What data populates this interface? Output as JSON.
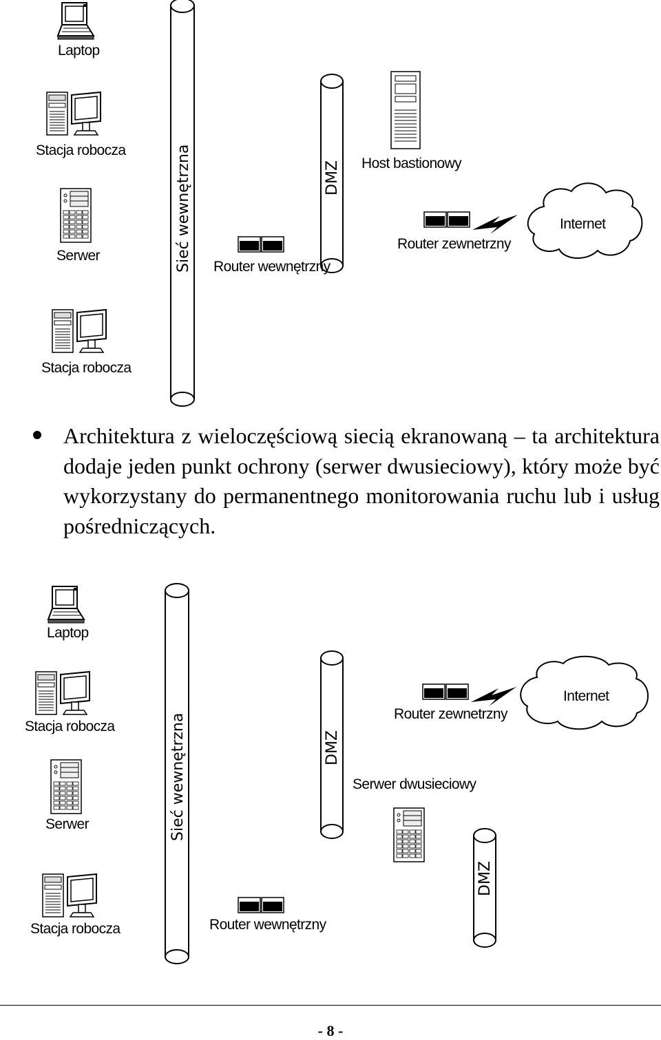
{
  "diagram1": {
    "laptop": "Laptop",
    "workstation_top": "Stacja robocza",
    "server": "Serwer",
    "workstation_bottom": "Stacja robocza",
    "internal_network": "Sieć wewnętrzna",
    "internal_router": "Router wewnętrzny",
    "dmz": "DMZ",
    "bastion_host": "Host bastionowy",
    "external_router": "Router zewnetrzny",
    "internet": "Internet"
  },
  "paragraph": "Architektura z wieloczęściową siecią ekranowaną – ta architektura dodaje jeden punkt ochrony (serwer dwusieciowy), który może być wykorzystany do permanentnego monitorowania ruchu lub i usług pośredniczących.",
  "diagram2": {
    "laptop": "Laptop",
    "workstation_top": "Stacja robocza",
    "server": "Serwer",
    "workstation_bottom": "Stacja robocza",
    "internal_network": "Sieć wewnętrzna",
    "internal_router": "Router wewnętrzny",
    "dmz1": "DMZ",
    "dual_homed_server": "Serwer dwusieciowy",
    "external_router": "Router zewnetrzny",
    "internet": "Internet",
    "dmz2": "DMZ"
  },
  "page_number": "- 8 -"
}
